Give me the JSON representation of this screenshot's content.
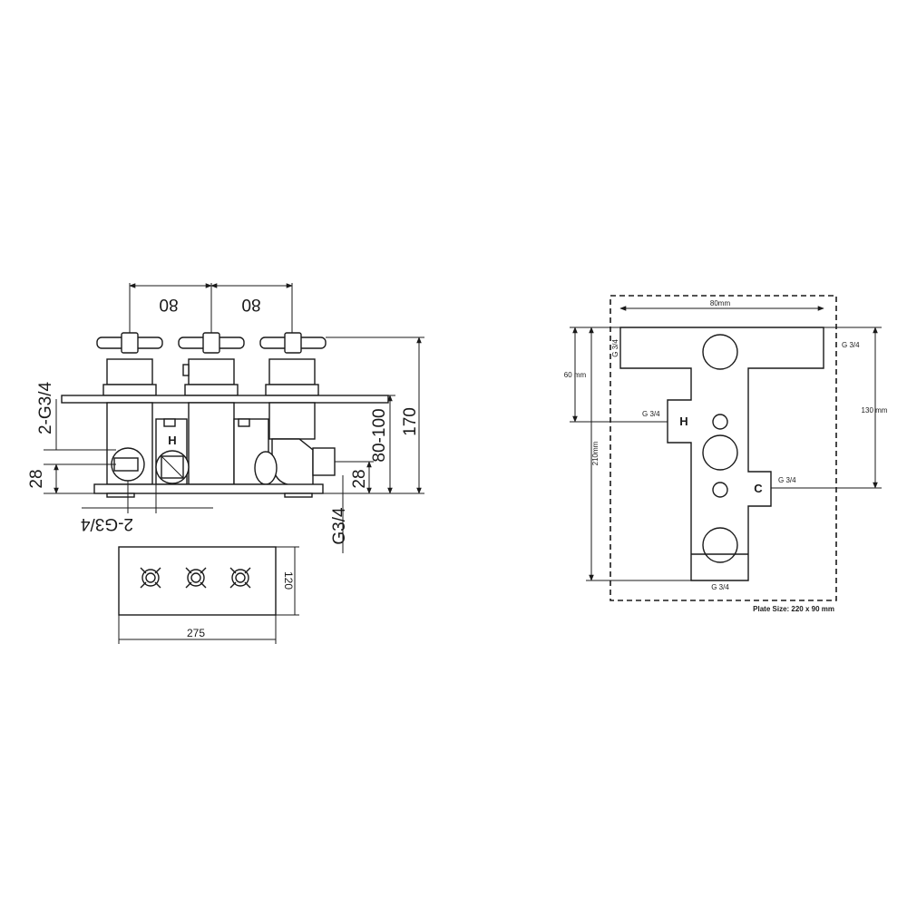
{
  "valve_elevation": {
    "spacing_left": "80",
    "spacing_right": "80",
    "outlets_top_label": "2-G3/4",
    "outlets_bottom_label": "2-G3/4",
    "offset_left": "28",
    "offset_right": "28",
    "depth_range": "80-100",
    "overall_depth": "170",
    "inlet_label": "G3/4",
    "hot_marker": "H"
  },
  "faceplate": {
    "width": "275",
    "height": "120"
  },
  "rough_in_plate": {
    "top_width": "80mm",
    "depth_60": "60 mm",
    "depth_210": "210mm",
    "depth_130": "130 mm",
    "port_top_left": "G 3/4",
    "port_top_right": "G 3/4",
    "port_hot": "G 3/4",
    "port_cold": "G 3/4",
    "port_bottom": "G 3/4",
    "hot_marker": "H",
    "cold_marker": "C",
    "plate_size_note": "Plate Size: 220 x 90 mm"
  }
}
